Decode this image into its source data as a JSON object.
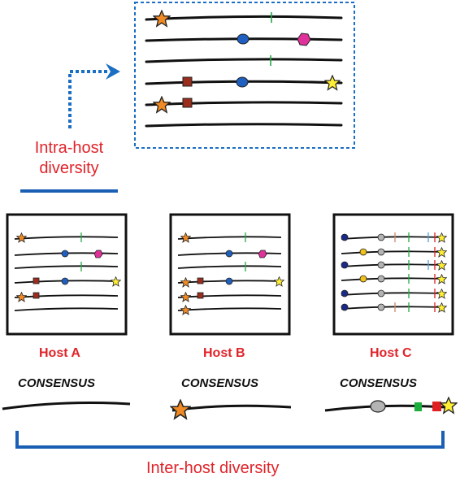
{
  "labels": {
    "intra_line1": "Intra-host",
    "intra_line2": "diversity",
    "host_a": "Host A",
    "host_b": "Host B",
    "host_c": "Host C",
    "consensus": "CONSENSUS",
    "inter": "Inter-host diversity"
  },
  "colors": {
    "accent_red": "#e0242a",
    "brace_blue": "#1a5fb4",
    "star_orange": "#f08a24",
    "star_yellow": "#ffee33",
    "circle_blue": "#1f5fbf",
    "hexagon_magenta": "#e0309a",
    "square_brown": "#9b2d1d",
    "tick_green": "#22aa44",
    "circle_grey": "#b4b4b4",
    "circle_yellow": "#f2c21a",
    "circle_navy": "#1a2a8a",
    "square_green": "#1cae3c",
    "square_red": "#e02020"
  },
  "icons": [
    "star",
    "circle",
    "hexagon",
    "square",
    "tick",
    "arrow"
  ]
}
